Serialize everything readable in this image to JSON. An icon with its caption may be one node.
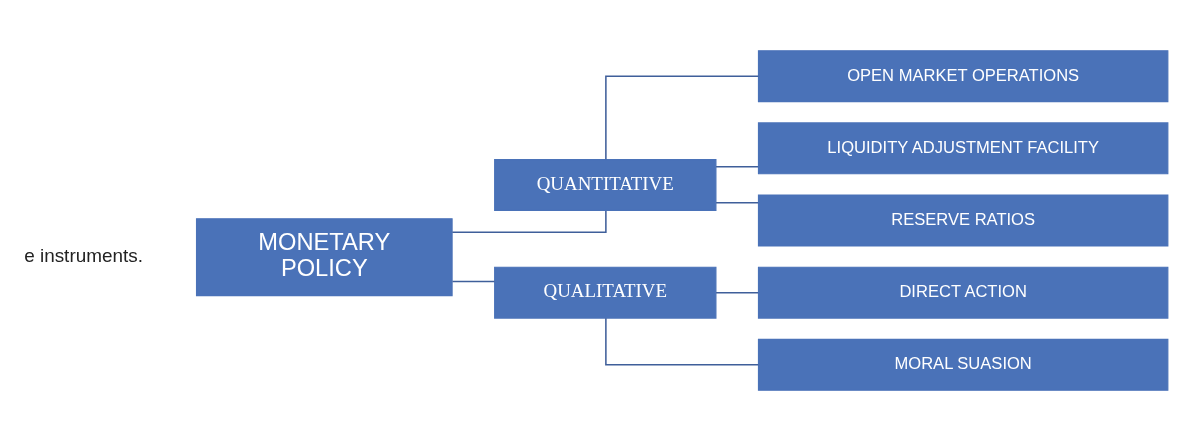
{
  "diagram": {
    "nodes": [
      {
        "text": [
          "MONETARY POLICY"
        ]
      },
      {
        "text": [
          "QUANTITATIVE"
        ]
      },
      {
        "text": [
          "QUALITATIVE"
        ]
      },
      {
        "text": [
          "OPEN MARKET OPERATIONS"
        ]
      },
      {
        "text": [
          "LIQUIDITY ADJUSTMENT FACILITY"
        ]
      },
      {
        "text": [
          "RESERVE RATIOS"
        ]
      },
      {
        "text": [
          "DIRECT ACTION"
        ]
      },
      {
        "text": [
          "MORAL SUASION"
        ]
      }
    ],
    "edges": [
      {
        "from": 0,
        "to": 1,
        "arrow": "none"
      },
      {
        "from": 0,
        "to": 2,
        "arrow": "none"
      },
      {
        "from": 1,
        "to": 3,
        "arrow": "none"
      },
      {
        "from": 1,
        "to": 4,
        "arrow": "none"
      },
      {
        "from": 1,
        "to": 5,
        "arrow": "none"
      },
      {
        "from": 2,
        "to": 6,
        "arrow": "none"
      },
      {
        "from": 2,
        "to": 7,
        "arrow": "none"
      }
    ],
    "labels": [
      "e instruments."
    ]
  }
}
